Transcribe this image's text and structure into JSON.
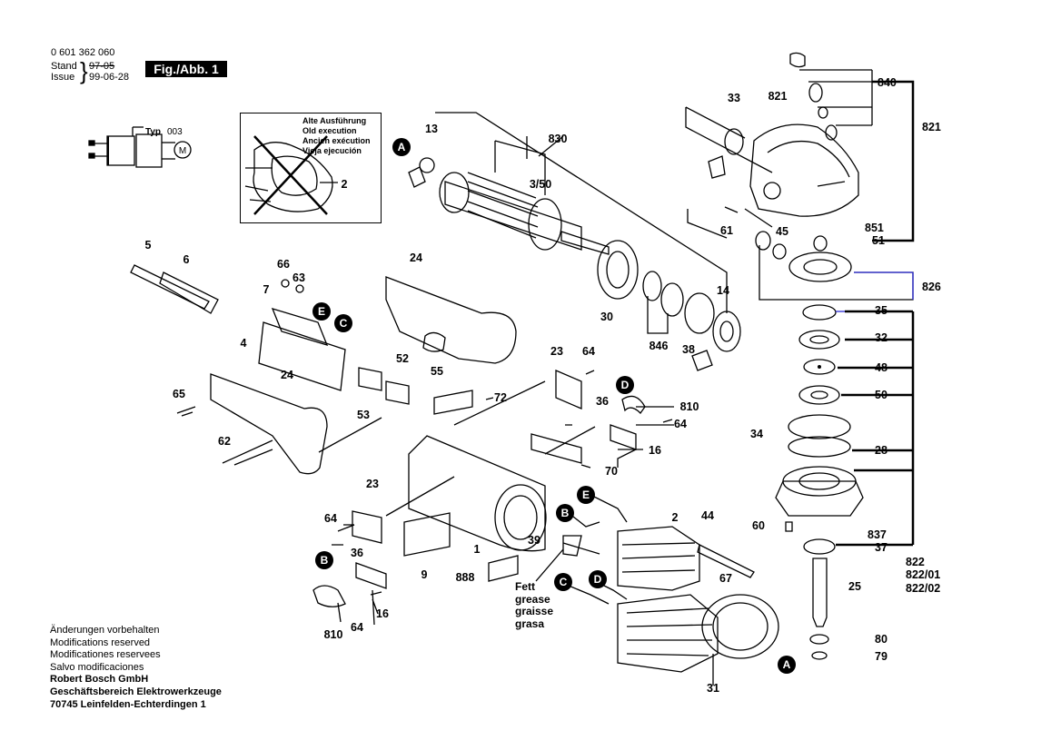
{
  "header": {
    "part_number": "0 601 362 060",
    "stand_label": "Stand",
    "stand_value": "97-05",
    "issue_label": "Issue",
    "issue_value": "99-06-28",
    "figure_label": "Fig./Abb. 1"
  },
  "schematic": {
    "type_label": "Typ",
    "type_value": "003",
    "motor_symbol": "M"
  },
  "old_execution_box": {
    "lines": [
      "Alte Ausführung",
      "Old execution",
      "Ancien exécution",
      "Vieja ejecución"
    ],
    "part_ref": "2"
  },
  "grease_note": [
    "Fett",
    "grease",
    "graisse",
    "grasa"
  ],
  "callouts": [
    "A",
    "B",
    "C",
    "D",
    "E"
  ],
  "part_labels": [
    "1",
    "2",
    "3/50",
    "4",
    "5",
    "6",
    "7",
    "9",
    "13",
    "14",
    "16",
    "23",
    "24",
    "25",
    "28",
    "30",
    "31",
    "32",
    "33",
    "34",
    "35",
    "36",
    "37",
    "38",
    "39",
    "44",
    "45",
    "48",
    "50",
    "51",
    "52",
    "53",
    "55",
    "60",
    "61",
    "62",
    "63",
    "64",
    "65",
    "66",
    "67",
    "70",
    "72",
    "79",
    "80",
    "810",
    "821",
    "822",
    "822/01",
    "822/02",
    "826",
    "830",
    "837",
    "840",
    "846",
    "851",
    "888"
  ],
  "footer": {
    "lines": [
      "Änderungen vorbehalten",
      "Modifications reserved",
      "Modificationes reservees",
      "Salvo modificaciones"
    ],
    "company": [
      "Robert Bosch GmbH",
      "Geschäftsbereich Elektrowerkzeuge",
      "70745 Leinfelden-Echterdingen 1"
    ]
  }
}
